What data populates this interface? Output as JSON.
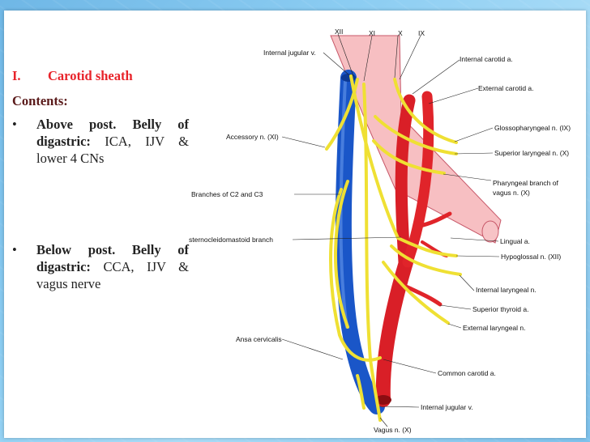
{
  "text": {
    "heading_number": "I.",
    "heading_title": "Carotid sheath",
    "contents_label": "Contents:",
    "bullet1_lead": "Above post. Belly of digastric:",
    "bullet1_rest": " ICA, IJV & lower 4 CNs",
    "bullet2_lead": "Below post. Belly of digastric:",
    "bullet2_rest": " CCA, IJV & vagus nerve",
    "bullet_symbol": "•"
  },
  "figure": {
    "labels": {
      "xii": "XII",
      "xi": "XI",
      "x": "X",
      "ix": "IX",
      "internal_jugular_top": "Internal jugular v.",
      "internal_carotid": "Internal carotid a.",
      "external_carotid": "External carotid a.",
      "accessory": "Accessory n. (XI)",
      "glossopharyngeal": "Glossopharyngeal n. (IX)",
      "superior_laryngeal": "Superior laryngeal n. (X)",
      "branches_c2c3": "Branches of C2 and C3",
      "pharyngeal_branch_1": "Pharyngeal branch of",
      "pharyngeal_branch_2": "vagus n. (X)",
      "sternocleidomastoid": "sternocleidomastoid branch",
      "lingual": "Lingual a.",
      "hypoglossal": "Hypoglossal n. (XII)",
      "internal_laryngeal": "Internal laryngeal n.",
      "superior_thyroid": "Superior thyroid a.",
      "external_laryngeal": "External laryngeal n.",
      "ansa_cervicalis": "Ansa cervicalis",
      "common_carotid": "Common carotid a.",
      "internal_jugular_bottom": "Internal jugular v.",
      "vagus": "Vagus n. (X)"
    },
    "colors": {
      "vein": "#1f5fd0",
      "artery": "#e0242a",
      "nerve": "#f1e33a",
      "muscle": "#f4a9ad"
    }
  }
}
